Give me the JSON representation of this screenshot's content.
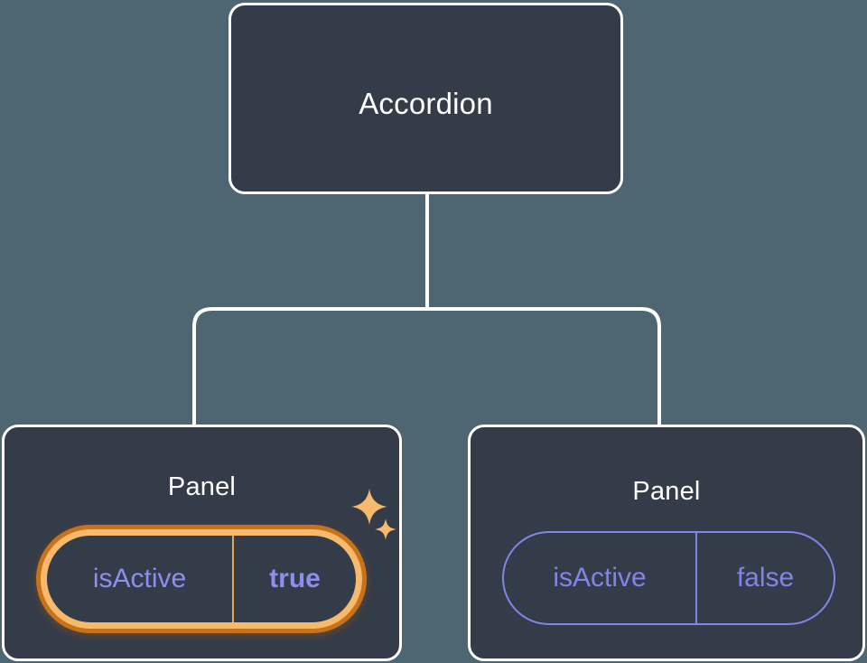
{
  "diagram": {
    "type": "component-tree",
    "background_color": "#4d6672",
    "card_color": "#343c4a",
    "edge_color": "#ffffff",
    "accent_color": "#f7b96b",
    "accent_outer_color": "#c8731a",
    "prop_color": "#8085e8"
  },
  "root": {
    "title": "Accordion"
  },
  "children": [
    {
      "title": "Panel",
      "highlighted": true,
      "prop": {
        "key": "isActive",
        "value": "true"
      },
      "sparkles": [
        {
          "name": "sparkle-large"
        },
        {
          "name": "sparkle-small"
        }
      ]
    },
    {
      "title": "Panel",
      "highlighted": false,
      "prop": {
        "key": "isActive",
        "value": "false"
      }
    }
  ]
}
